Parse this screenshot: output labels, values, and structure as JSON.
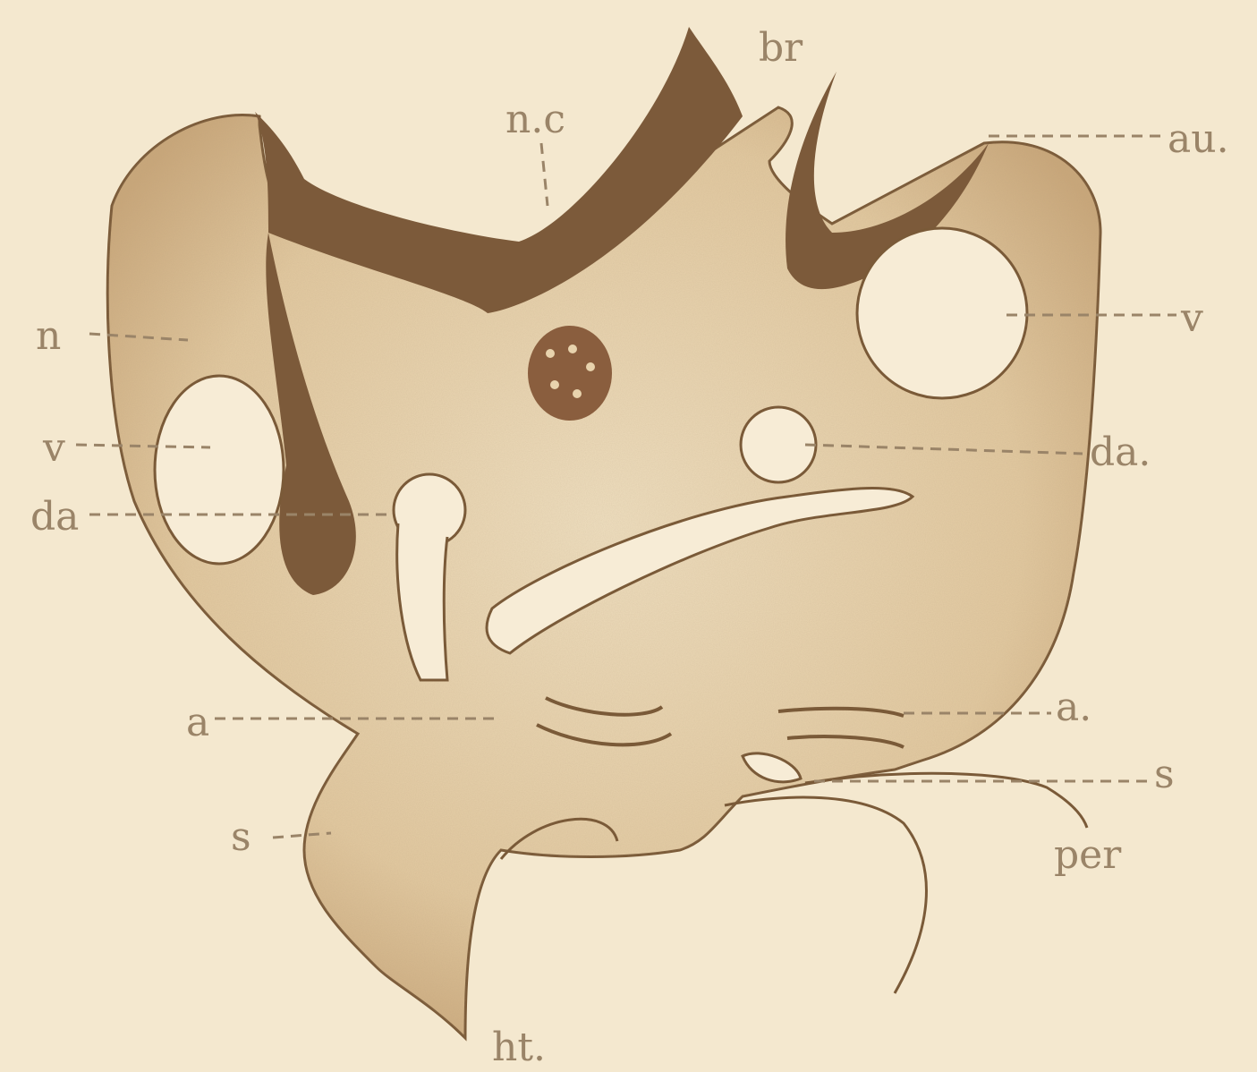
{
  "figure": {
    "labels": {
      "br": "br",
      "nc": "n.c",
      "au": "au.",
      "n": "n",
      "v_left": "v",
      "v_right": "v",
      "da_left": "da",
      "da_right": "da.",
      "a_left": "a",
      "a_right": "a.",
      "s_left": "s",
      "s_right": "s",
      "per": "per",
      "ht": "ht."
    }
  }
}
